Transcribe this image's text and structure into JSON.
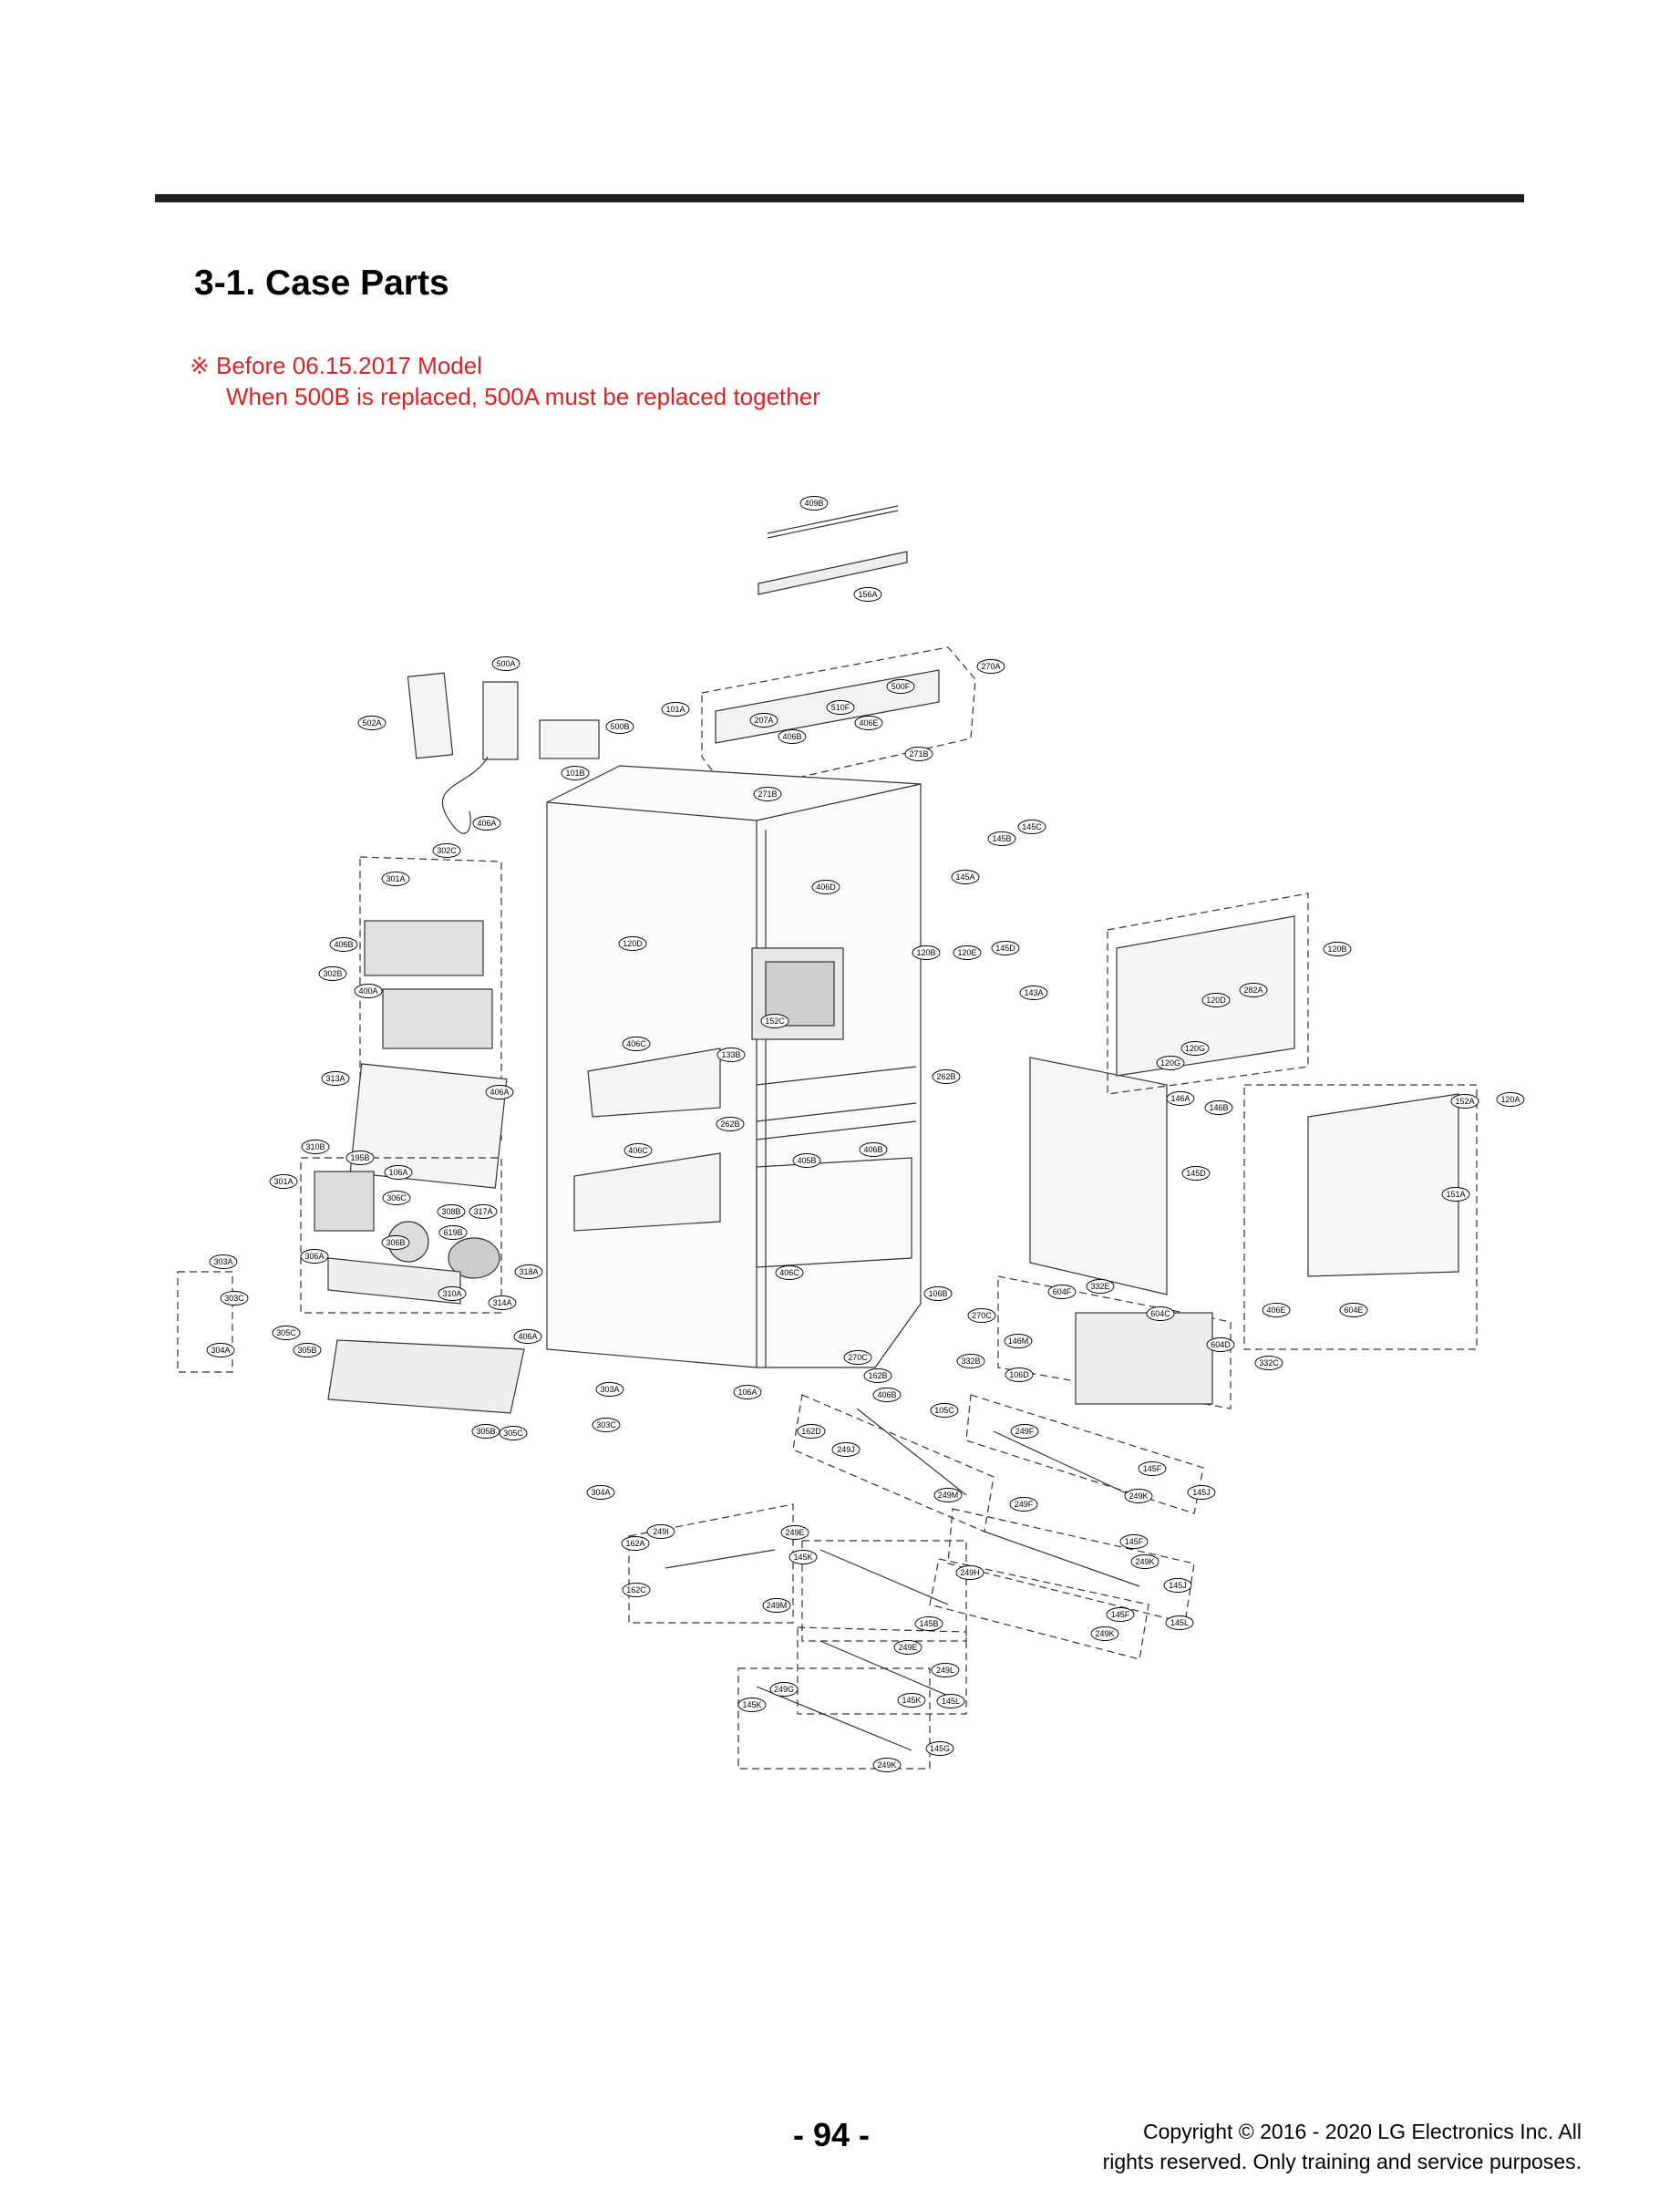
{
  "header": {
    "title": "3-1. Case Parts"
  },
  "note": {
    "line1": "※ Before 06.15.2017 Model",
    "line2": "When 500B is replaced, 500A must be replaced together"
  },
  "part_labels": [
    "409B",
    "156A",
    "500A",
    "502A",
    "500B",
    "101A",
    "270A",
    "500F",
    "510F",
    "207A",
    "406B",
    "406E",
    "271B",
    "101B",
    "271B",
    "406A",
    "145C",
    "145B",
    "145A",
    "406D",
    "302C",
    "301A",
    "406B",
    "120D",
    "302B",
    "400A",
    "145D",
    "120B",
    "120E",
    "120B",
    "143A",
    "282A",
    "120D",
    "120G",
    "120G",
    "152C",
    "406C",
    "133B",
    "262B",
    "313A",
    "406A",
    "262B",
    "310B",
    "195B",
    "106A",
    "406C",
    "406B",
    "405B",
    "146A",
    "146B",
    "145D",
    "152A",
    "120A",
    "151A",
    "301A",
    "306C",
    "308B",
    "317A",
    "619B",
    "306B",
    "306A",
    "310A",
    "314A",
    "318A",
    "303A",
    "303C",
    "304A",
    "406A",
    "305C",
    "305B",
    "406C",
    "106B",
    "270C",
    "406E",
    "604F",
    "332E",
    "604C",
    "604D",
    "332C",
    "604E",
    "146M",
    "332B",
    "106A",
    "270C",
    "162B",
    "406B",
    "106D",
    "303A",
    "303C",
    "304A",
    "305B",
    "305C",
    "105C",
    "162D",
    "249J",
    "249F",
    "145F",
    "249K",
    "145J",
    "249M",
    "249F",
    "145F",
    "249K",
    "145J",
    "249I",
    "162A",
    "162C",
    "249E",
    "145K",
    "249M",
    "249H",
    "145F",
    "249K",
    "145L",
    "145B",
    "249E",
    "249L",
    "145K",
    "145L",
    "249G",
    "145K",
    "145G",
    "249K"
  ],
  "footer": {
    "page_number": "- 94 -",
    "copyright_line1": "Copyright © 2016 - 2020 LG Electronics Inc. All",
    "copyright_line2": "rights reserved. Only training and service purposes."
  }
}
